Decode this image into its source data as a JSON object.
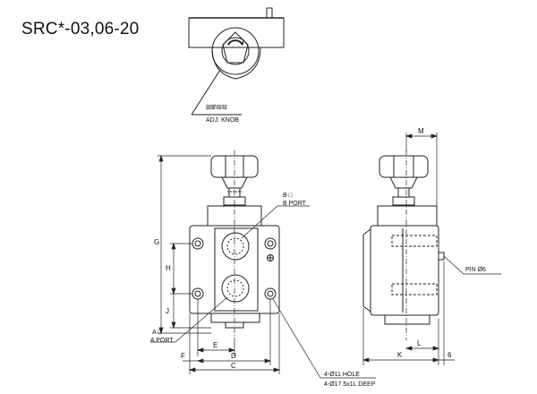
{
  "title": "SRC*-03,06-20",
  "labels": {
    "knob_cn": "調節鈕鈕",
    "adj_knob": "ADJ. KNOB",
    "b_square": "B □",
    "b_port": "B PORT",
    "a_square": "A □",
    "a_port": "A PORT",
    "pin": "PIN Ø6",
    "hole": "4-Ø11   HOLE",
    "deep": "4-Ø17.5x1L  DEEP"
  },
  "dimensions": {
    "g": "G",
    "h": "H",
    "j": "J",
    "e": "E",
    "d": "D",
    "f": "F",
    "c": "C",
    "m": "M",
    "l": "L",
    "k": "K",
    "six": "6"
  }
}
